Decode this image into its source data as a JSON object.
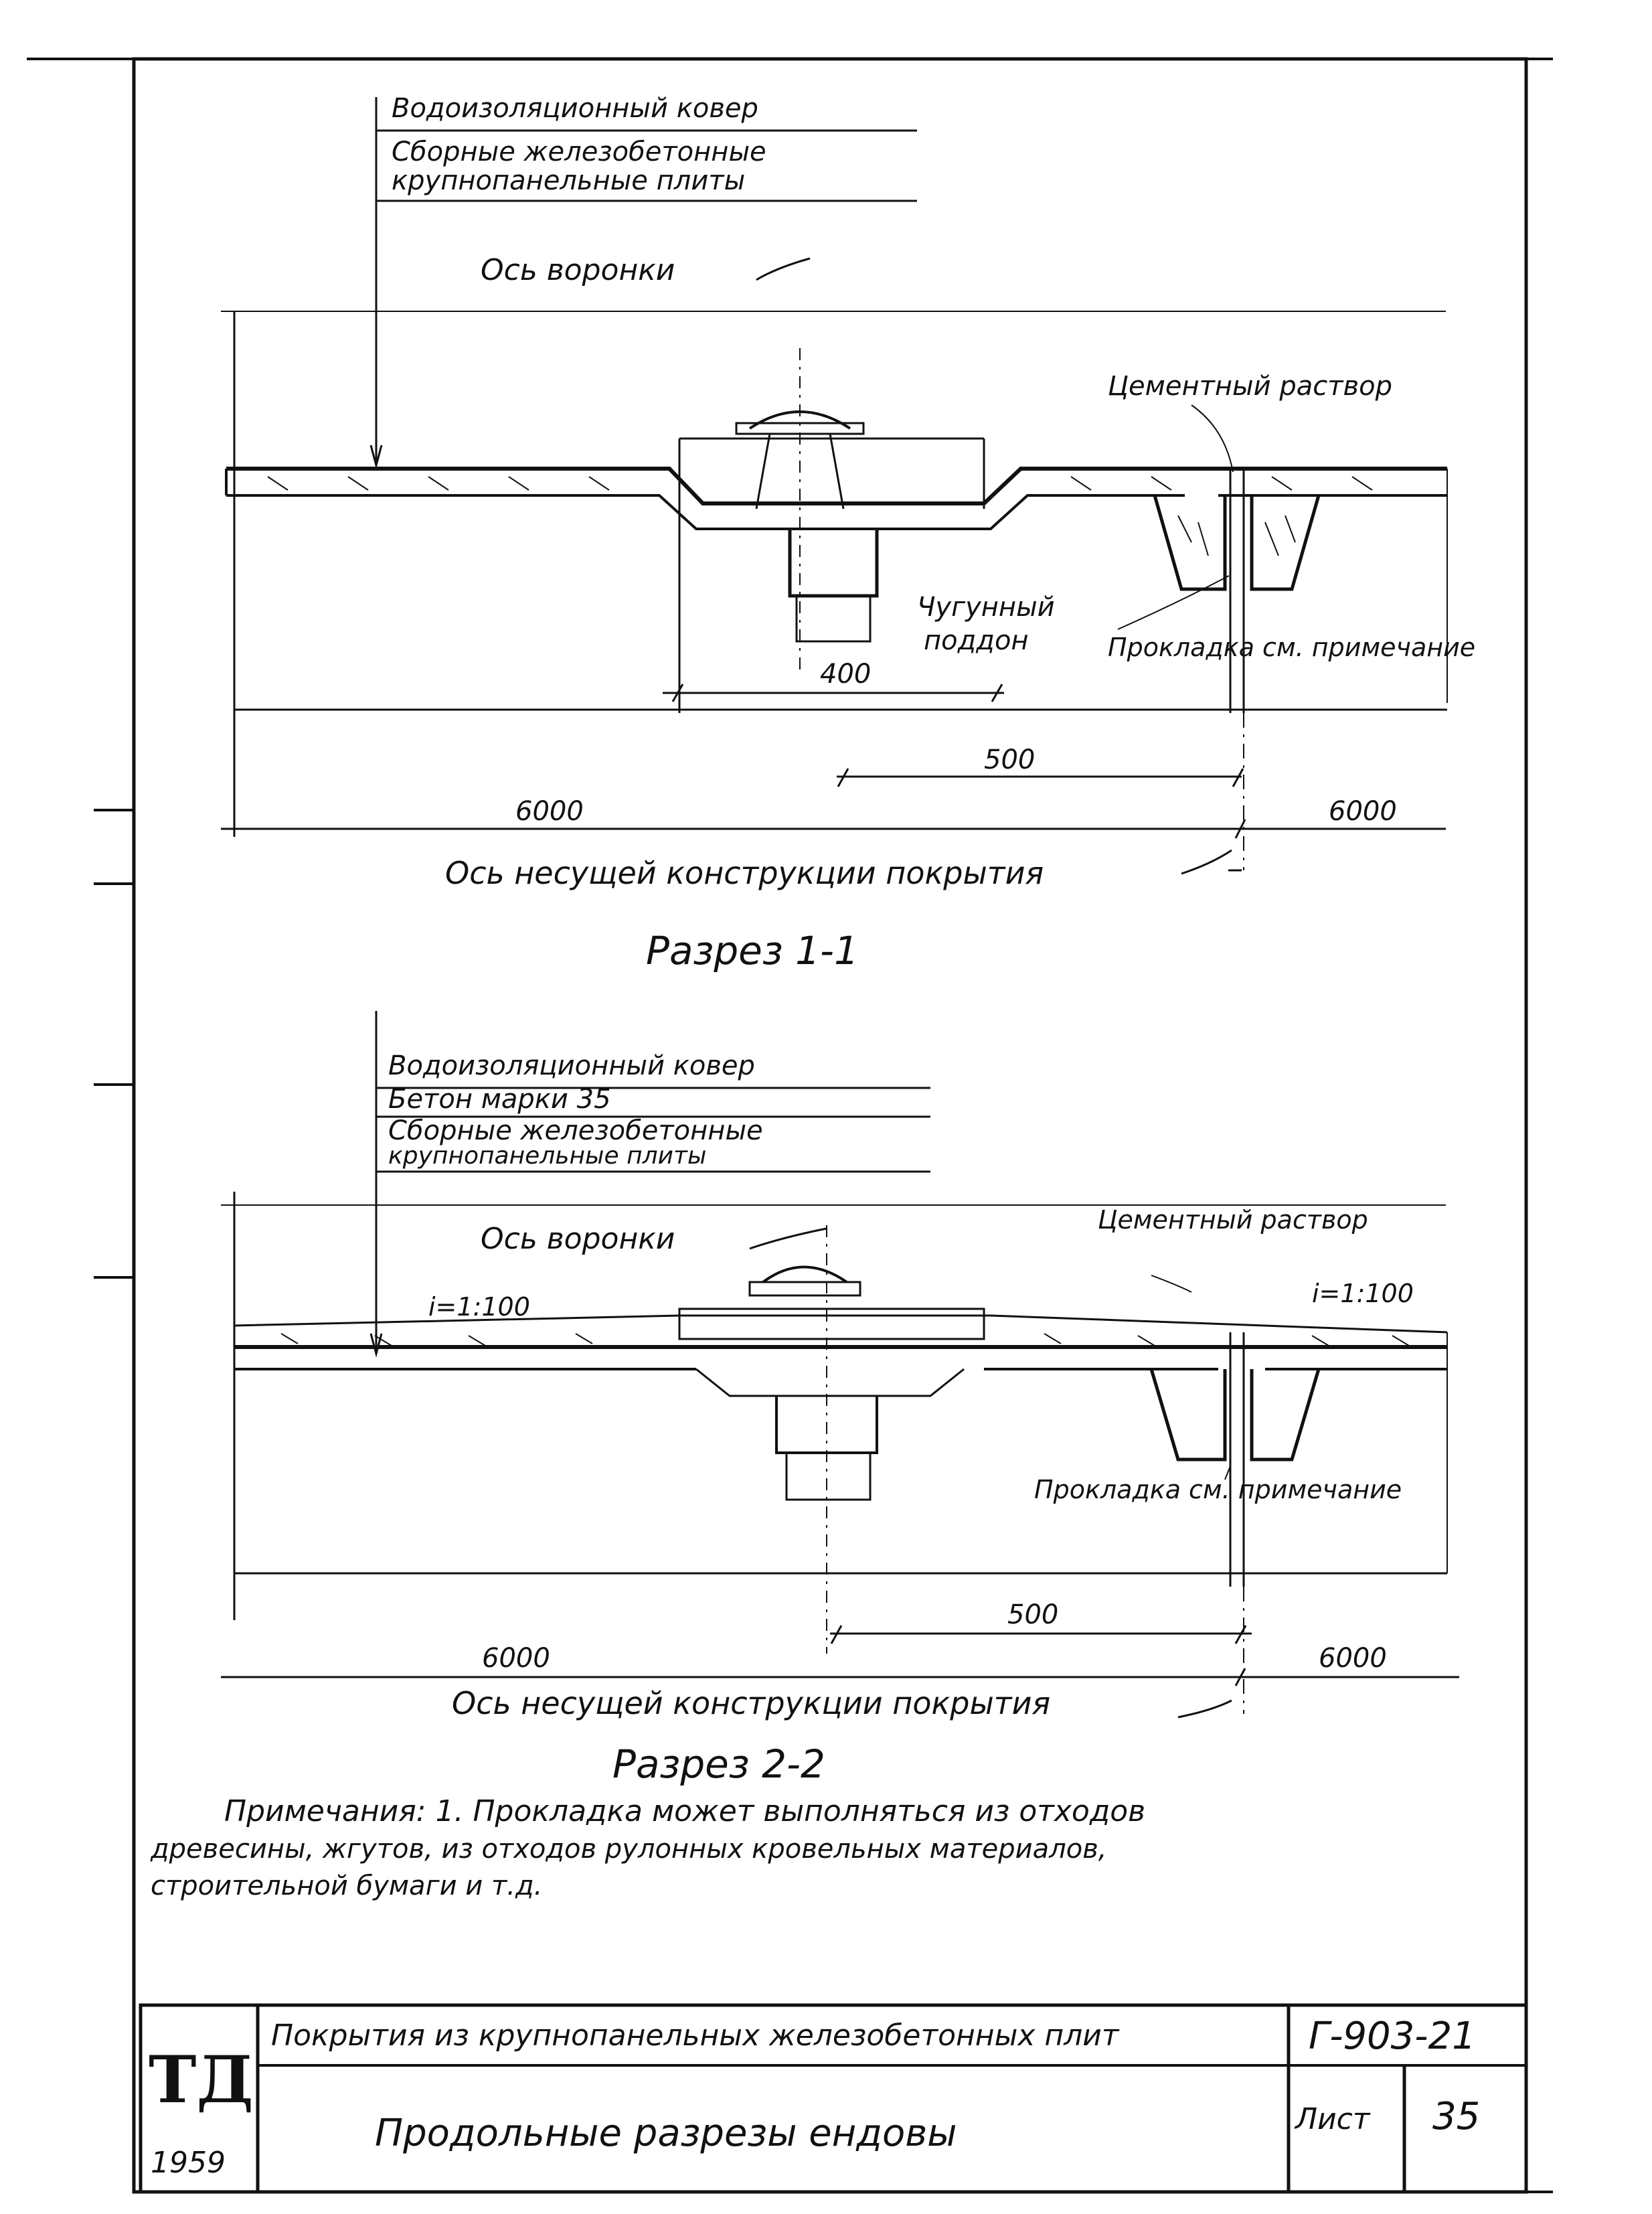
{
  "section_1": {
    "layer_label_1": "Водоизоляционный ковер",
    "layer_label_2a": "Сборные железобетонные",
    "layer_label_2b": "крупнопанельные плиты",
    "funnel_axis": "Ось воронки",
    "cement_mortar": "Цементный раствор",
    "cast_iron_tray_1": "Чугунный",
    "cast_iron_tray_2": "поддон",
    "gasket": "Прокладка см. примечание",
    "dim_400": "400",
    "dim_500": "500",
    "dim_6000_left": "6000",
    "dim_6000_right": "6000",
    "structure_axis": "Ось несущей конструкции покрытия",
    "title": "Разрез 1-1"
  },
  "section_2": {
    "layer_label_1": "Водоизоляционный ковер",
    "layer_label_2": "Бетон марки 35",
    "layer_label_3a": "Сборные железобетонные",
    "layer_label_3b": "крупнопанельные плиты",
    "funnel_axis": "Ось воронки",
    "cement_mortar": "Цементный раствор",
    "slope_left": "i=1:100",
    "slope_right": "i=1:100",
    "gasket": "Прокладка см. примечание",
    "dim_500": "500",
    "dim_6000_left": "6000",
    "dim_6000_right": "6000",
    "structure_axis": "Ось несущей конструкции покрытия",
    "title": "Разрез 2-2"
  },
  "notes": {
    "line_1": "Примечания: 1. Прокладка может выполняться из отходов",
    "line_2": "древесины, жгутов, из отходов рулонных кровельных материалов,",
    "line_3": "строительной бумаги и т.д."
  },
  "title_block": {
    "logo": "ТД",
    "year": "1959",
    "series_title": "Покрытия из крупнопанельных железобетонных плит",
    "sheet_title": "Продольные разрезы ендовы",
    "code": "Г-903-21",
    "sheet_label": "Лист",
    "sheet_number": "35"
  }
}
